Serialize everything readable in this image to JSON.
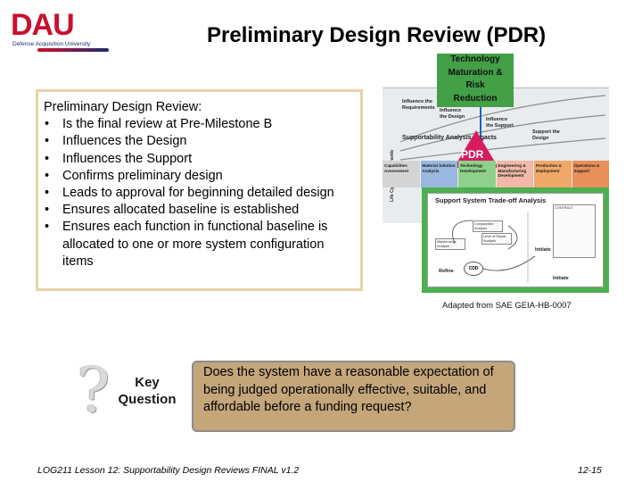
{
  "logo": {
    "main": "DAU",
    "sub": "Defense Acquisition University"
  },
  "title": "Preliminary Design Review (PDR)",
  "content": {
    "heading": "Preliminary Design Review:",
    "bullets": [
      "Is the final review at Pre-Milestone B",
      "Influences the Design",
      "Influences the Support",
      "Confirms preliminary design",
      "Leads to approval for beginning detailed design",
      "Ensures allocated baseline is established",
      "Ensures each function in functional baseline is allocated to one or more system configuration items"
    ]
  },
  "diagram": {
    "tech_maturation": "Technology Maturation & Risk Reduction",
    "life_cycle_label": "Life Cycle Requirements",
    "labels": {
      "influence_requirements": "Influence the Requirements",
      "influence_design": "Influence the Design",
      "influence_support": "Influence the Support",
      "support_design": "Support the Design",
      "supportability_analysis": "Supportability Analysis Impacts",
      "pdr": "PDR"
    },
    "phases": [
      {
        "label": "Capabilities Assessment",
        "color": "#d4d4d4"
      },
      {
        "label": "Material Solution Analysis",
        "color": "#9ab7e0"
      },
      {
        "label": "Technology Development",
        "color": "#8fd18a"
      },
      {
        "label": "Engineering & Manufacturing Development",
        "color": "#f2b8a8"
      },
      {
        "label": "Production & Deployment",
        "color": "#f0a868"
      },
      {
        "label": "Operations & Support",
        "color": "#e98f5a"
      }
    ],
    "sst_title": "Support System Trade-off Analysis",
    "cdd": "CDD",
    "mini": {
      "comparative": "Comparative Analysis",
      "maintenance": "Maintenance Analysis",
      "level_repair": "Level of Repair Analysis",
      "refine": "Refine",
      "contract": "CONTRACT",
      "initiate_1": "Initiate",
      "initiate_2": "Initiate"
    }
  },
  "attribution": "Adapted from SAE GEIA-HB-0007",
  "key_question": {
    "line1": "Key",
    "line2": "Question"
  },
  "question": "Does the system have a reasonable expectation of being judged operationally effective, suitable, and affordable before a funding request?",
  "footer": {
    "left": "LOG211 Lesson 12: Supportability Design Reviews FINAL v1.2",
    "right": "12-15"
  }
}
